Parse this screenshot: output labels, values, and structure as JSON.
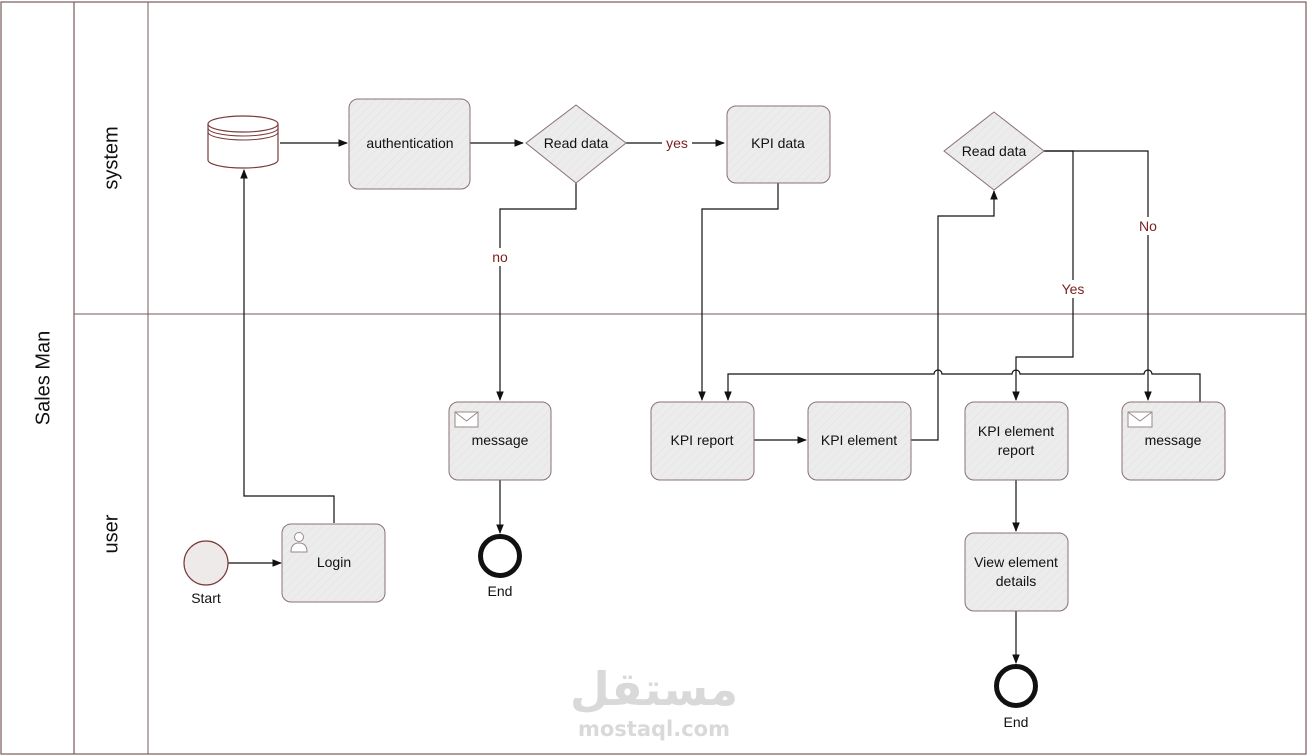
{
  "pool": {
    "name": "Sales Man"
  },
  "lanes": {
    "system": "system",
    "user": "user"
  },
  "nodes": {
    "database": {
      "type": "datastore"
    },
    "authentication": {
      "label": "authentication"
    },
    "read_data_1": {
      "label": "Read data"
    },
    "kpi_data": {
      "label": "KPI data"
    },
    "read_data_2": {
      "label": "Read data"
    },
    "message_1": {
      "label": "message",
      "icon": "envelope-icon"
    },
    "kpi_report": {
      "label": "KPI report"
    },
    "kpi_element": {
      "label": "KPI element"
    },
    "kpi_element_report": {
      "label_line1": "KPI element",
      "label_line2": "report"
    },
    "message_2": {
      "label": "message",
      "icon": "envelope-icon"
    },
    "login": {
      "label": "Login",
      "icon": "user-icon"
    },
    "start": {
      "label": "Start"
    },
    "end_1": {
      "label": "End"
    },
    "view_element_details": {
      "label_line1": "View element",
      "label_line2": "details"
    },
    "end_2": {
      "label": "End"
    }
  },
  "edges": {
    "yes_1": "yes",
    "no_1": "no",
    "yes_2": "Yes",
    "no_2": "No"
  },
  "watermark": {
    "arabic": "مستقل",
    "latin": "mostaql.com"
  }
}
